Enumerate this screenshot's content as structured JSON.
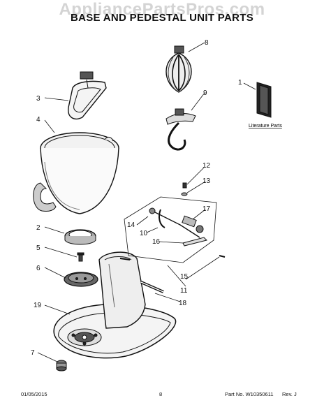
{
  "watermark": "AppliancePartsPros.com",
  "title": "BASE AND PEDESTAL UNIT PARTS",
  "callouts": {
    "c1": "1",
    "c2": "2",
    "c3": "3",
    "c4": "4",
    "c5": "5",
    "c6": "6",
    "c7": "7",
    "c8": "8",
    "c9": "9",
    "c10": "10",
    "c11": "11",
    "c12": "12",
    "c13": "13",
    "c14": "14",
    "c15": "15",
    "c16": "16",
    "c17": "17",
    "c18": "18",
    "c19": "19"
  },
  "literature_label": "Literature Parts",
  "footer": {
    "date": "01/05/2015",
    "page": "8",
    "part_no": "Part No. W10350611",
    "rev": "Rev. J"
  }
}
